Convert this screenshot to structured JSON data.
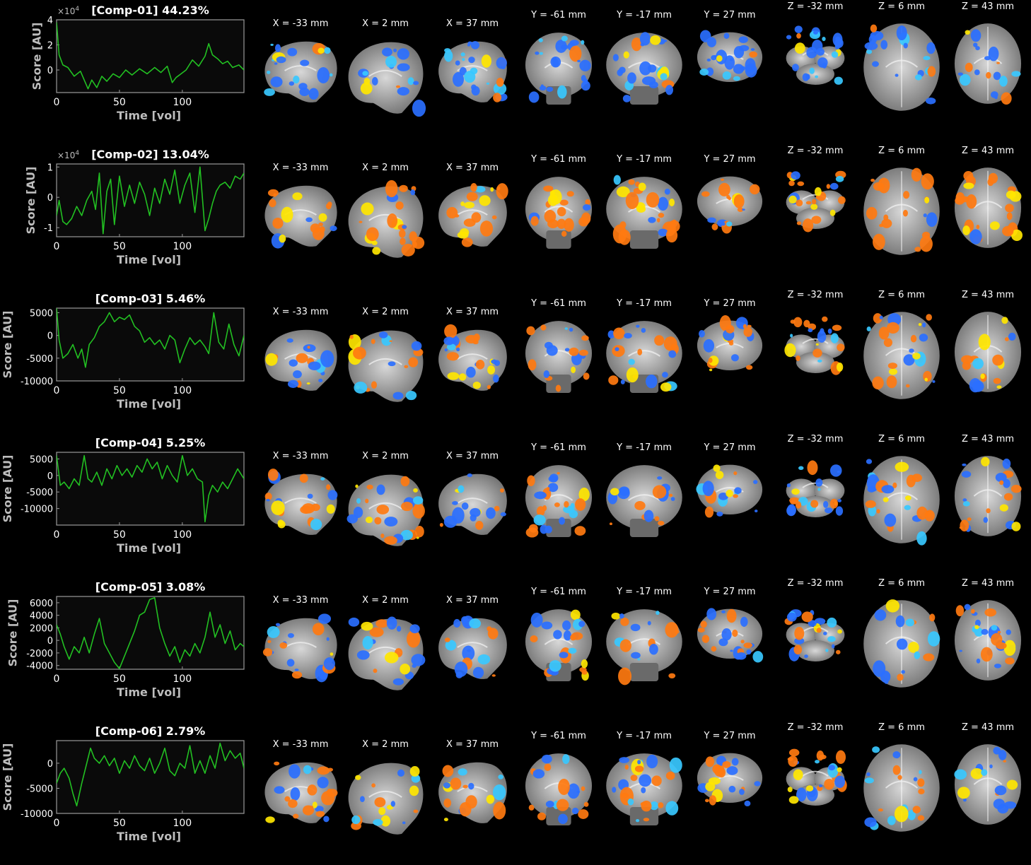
{
  "labels": {
    "xlabel": "Time [vol]",
    "ylabel": "Score [AU]",
    "exp_prefix": "×10",
    "exp_power": "4"
  },
  "slice_labels": [
    "X = -33 mm",
    "X = 2 mm",
    "X = 37 mm",
    "Y = -61 mm",
    "Y = -17 mm",
    "Y = 27 mm",
    "Z = -32 mm",
    "Z = 6 mm",
    "Z = 43 mm"
  ],
  "colors": {
    "line": "#22c022",
    "axis": "#9a9a9a",
    "tick_text": "#ffffff",
    "label_text": "#bdbdbd",
    "plot_bg": "#0a0a0a",
    "positive": "#ff7a10",
    "positive_peak": "#ffe600",
    "negative": "#2a6fff",
    "negative_peak": "#38c8ff",
    "brain_light": "#d8d8d8",
    "brain_dark": "#6a6a6a"
  },
  "chart_data": [
    {
      "type": "line",
      "title": "[Comp-01] 44.23%",
      "xlim": [
        0,
        149
      ],
      "ylim": [
        -18000,
        40000
      ],
      "xticks": [
        {
          "v": 0,
          "t": "0"
        },
        {
          "v": 50,
          "t": "50"
        },
        {
          "v": 100,
          "t": "100"
        }
      ],
      "yticks": [
        {
          "v": 40000,
          "t": "4"
        },
        {
          "v": 20000,
          "t": "2"
        },
        {
          "v": 0,
          "t": "0"
        }
      ],
      "scale_exponent": true,
      "series": [
        {
          "x": [
            0,
            2,
            5,
            9,
            14,
            19,
            22,
            25,
            28,
            32,
            36,
            40,
            45,
            50,
            55,
            60,
            66,
            72,
            78,
            83,
            88,
            92,
            95,
            99,
            103,
            108,
            113,
            118,
            121,
            124,
            128,
            132,
            136,
            140,
            145,
            149
          ],
          "y": [
            38000,
            12000,
            4000,
            2000,
            -5000,
            -1000,
            -8000,
            -15000,
            -8000,
            -14000,
            -5000,
            -9000,
            -3000,
            -6000,
            0,
            -4000,
            1000,
            -3000,
            2000,
            -2000,
            3000,
            -10000,
            -6000,
            -3000,
            0,
            8000,
            3000,
            11000,
            21000,
            12000,
            9000,
            5000,
            7000,
            2000,
            4000,
            0
          ]
        }
      ]
    },
    {
      "type": "line",
      "title": "[Comp-02] 13.04%",
      "xlim": [
        0,
        149
      ],
      "ylim": [
        -13000,
        11000
      ],
      "xticks": [
        {
          "v": 0,
          "t": "0"
        },
        {
          "v": 50,
          "t": "50"
        },
        {
          "v": 100,
          "t": "100"
        }
      ],
      "yticks": [
        {
          "v": 10000,
          "t": "1"
        },
        {
          "v": 0,
          "t": "0"
        },
        {
          "v": -10000,
          "t": "-1"
        }
      ],
      "scale_exponent": true,
      "series": [
        {
          "x": [
            0,
            2,
            5,
            8,
            12,
            16,
            20,
            24,
            28,
            31,
            34,
            37,
            40,
            43,
            46,
            50,
            54,
            58,
            62,
            66,
            70,
            74,
            78,
            82,
            86,
            90,
            94,
            98,
            102,
            106,
            110,
            114,
            118,
            121,
            124,
            127,
            130,
            134,
            138,
            142,
            146,
            149
          ],
          "y": [
            -6000,
            -1000,
            -8000,
            -9000,
            -7000,
            -3000,
            -6000,
            -1000,
            2000,
            -4000,
            8000,
            -12000,
            2000,
            6000,
            -9000,
            7000,
            -3000,
            4000,
            -2000,
            5000,
            1000,
            -6000,
            3000,
            -2000,
            6000,
            1000,
            9000,
            -2000,
            4000,
            8000,
            -5000,
            10000,
            -11000,
            -7000,
            -2000,
            2000,
            4000,
            5000,
            3000,
            7000,
            6000,
            8000
          ]
        }
      ]
    },
    {
      "type": "line",
      "title": "[Comp-03] 5.46%",
      "xlim": [
        0,
        149
      ],
      "ylim": [
        -10000,
        6000
      ],
      "xticks": [
        {
          "v": 0,
          "t": "0"
        },
        {
          "v": 50,
          "t": "50"
        },
        {
          "v": 100,
          "t": "100"
        }
      ],
      "yticks": [
        {
          "v": 5000,
          "t": "5000"
        },
        {
          "v": 0,
          "t": "0"
        },
        {
          "v": -5000,
          "t": "-5000"
        },
        {
          "v": -10000,
          "t": "-10000"
        }
      ],
      "scale_exponent": false,
      "series": [
        {
          "x": [
            0,
            2,
            5,
            9,
            13,
            17,
            20,
            23,
            26,
            30,
            34,
            38,
            42,
            46,
            50,
            54,
            58,
            62,
            66,
            70,
            74,
            78,
            82,
            86,
            90,
            94,
            98,
            102,
            106,
            110,
            114,
            118,
            121,
            125,
            129,
            133,
            137,
            141,
            145,
            149
          ],
          "y": [
            6000,
            -1000,
            -5000,
            -4000,
            -2000,
            -5000,
            -3000,
            -7000,
            -2000,
            -500,
            2000,
            3000,
            5000,
            3000,
            4000,
            3500,
            4500,
            2000,
            1000,
            -1500,
            -500,
            -2000,
            -1000,
            -3000,
            0,
            -1000,
            -6000,
            -3000,
            -500,
            -2000,
            -1000,
            -2500,
            -4000,
            5000,
            -1500,
            -3000,
            2500,
            -2000,
            -4500,
            0
          ]
        }
      ]
    },
    {
      "type": "line",
      "title": "[Comp-04] 5.25%",
      "xlim": [
        0,
        149
      ],
      "ylim": [
        -15000,
        7000
      ],
      "xticks": [
        {
          "v": 0,
          "t": "0"
        },
        {
          "v": 50,
          "t": "50"
        },
        {
          "v": 100,
          "t": "100"
        }
      ],
      "yticks": [
        {
          "v": 5000,
          "t": "5000"
        },
        {
          "v": 0,
          "t": "0"
        },
        {
          "v": -5000,
          "t": "-5000"
        },
        {
          "v": -10000,
          "t": "-10000"
        }
      ],
      "scale_exponent": false,
      "series": [
        {
          "x": [
            0,
            3,
            6,
            10,
            14,
            18,
            22,
            25,
            28,
            32,
            36,
            40,
            44,
            48,
            52,
            56,
            60,
            64,
            68,
            72,
            76,
            80,
            84,
            88,
            92,
            96,
            100,
            104,
            108,
            112,
            116,
            118,
            121,
            124,
            128,
            132,
            136,
            140,
            144,
            149
          ],
          "y": [
            6000,
            -3000,
            -2000,
            -4000,
            -1000,
            -3000,
            6000,
            -1000,
            -2000,
            1000,
            -3000,
            2000,
            -1000,
            3000,
            0,
            2000,
            -500,
            3000,
            1000,
            5000,
            2000,
            4000,
            -1000,
            3000,
            0,
            -2000,
            6000,
            0,
            2000,
            -1000,
            -2000,
            -14000,
            -6000,
            -3000,
            -5000,
            -2000,
            -4000,
            -1000,
            2000,
            -1000
          ]
        }
      ]
    },
    {
      "type": "line",
      "title": "[Comp-05] 3.08%",
      "xlim": [
        0,
        149
      ],
      "ylim": [
        -4600,
        7000
      ],
      "xticks": [
        {
          "v": 0,
          "t": "0"
        },
        {
          "v": 50,
          "t": "50"
        },
        {
          "v": 100,
          "t": "100"
        }
      ],
      "yticks": [
        {
          "v": 6000,
          "t": "6000"
        },
        {
          "v": 4000,
          "t": "4000"
        },
        {
          "v": 2000,
          "t": "2000"
        },
        {
          "v": 0,
          "t": "0"
        },
        {
          "v": -2000,
          "t": "-2000"
        },
        {
          "v": -4000,
          "t": "-4000"
        }
      ],
      "scale_exponent": false,
      "series": [
        {
          "x": [
            0,
            3,
            6,
            10,
            14,
            18,
            22,
            26,
            30,
            34,
            38,
            42,
            46,
            50,
            54,
            58,
            62,
            66,
            70,
            74,
            78,
            82,
            86,
            90,
            94,
            98,
            102,
            106,
            110,
            114,
            118,
            122,
            126,
            130,
            134,
            138,
            142,
            146,
            149
          ],
          "y": [
            2500,
            1000,
            -1000,
            -3000,
            -1000,
            -2000,
            500,
            -2000,
            1000,
            3500,
            -500,
            -2000,
            -3500,
            -4500,
            -2500,
            -500,
            1500,
            4000,
            4500,
            6500,
            6800,
            2000,
            -500,
            -2500,
            -1000,
            -3500,
            -1500,
            -2500,
            -500,
            -2000,
            500,
            4500,
            500,
            2500,
            -500,
            1500,
            -1500,
            -500,
            -1000
          ]
        }
      ]
    },
    {
      "type": "line",
      "title": "[Comp-06] 2.79%",
      "xlim": [
        0,
        149
      ],
      "ylim": [
        -10000,
        4500
      ],
      "xticks": [
        {
          "v": 0,
          "t": "0"
        },
        {
          "v": 50,
          "t": "50"
        },
        {
          "v": 100,
          "t": "100"
        }
      ],
      "yticks": [
        {
          "v": 0,
          "t": "0"
        },
        {
          "v": -5000,
          "t": "-5000"
        },
        {
          "v": -10000,
          "t": "-10000"
        }
      ],
      "scale_exponent": false,
      "series": [
        {
          "x": [
            0,
            3,
            6,
            10,
            13,
            16,
            20,
            24,
            27,
            30,
            34,
            38,
            42,
            46,
            50,
            54,
            58,
            62,
            66,
            70,
            74,
            78,
            82,
            86,
            90,
            94,
            98,
            102,
            106,
            110,
            114,
            118,
            122,
            126,
            130,
            134,
            138,
            142,
            146,
            149
          ],
          "y": [
            -4000,
            -2000,
            -1000,
            -3000,
            -6000,
            -8500,
            -4000,
            0,
            3000,
            1000,
            0,
            1500,
            -500,
            1000,
            -2000,
            500,
            -1000,
            1500,
            -500,
            -1500,
            1000,
            -2000,
            0,
            3000,
            -1500,
            -2500,
            0,
            -1000,
            3500,
            -2000,
            500,
            -2000,
            1500,
            -1000,
            4000,
            500,
            2500,
            1000,
            2000,
            -1000
          ]
        }
      ]
    }
  ]
}
